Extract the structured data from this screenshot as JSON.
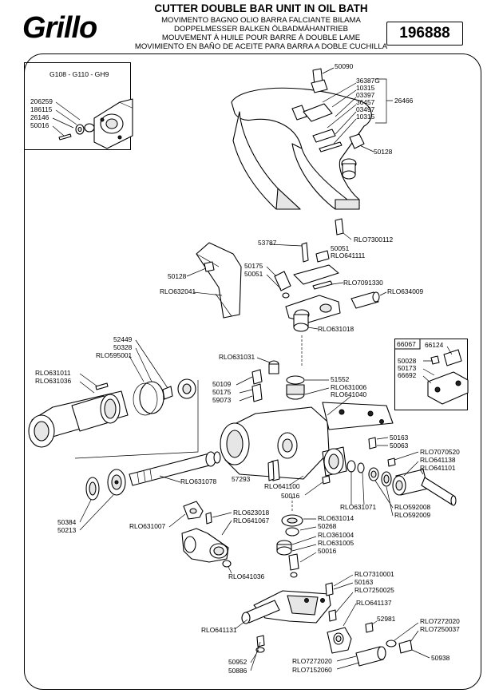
{
  "header": {
    "brand": "Grillo",
    "title": "CUTTER DOUBLE BAR UNIT IN OIL BATH",
    "subtitles": [
      "MOVIMENTO BAGNO OLIO BARRA FALCIANTE BILAMA",
      "DOPPELMESSER BALKEN ÖLBADMÄHANTRIEB",
      "MOUVEMENT À HUILE POUR BARRE À DOUBLE LAME",
      "MOVIMIENTO EN BAÑO DE ACEITE PARA BARRA A DOBLE CUCHILLA"
    ],
    "code": "196888"
  },
  "inset_left": {
    "title": "G108 - G110 - GH9",
    "labels": [
      "206259",
      "186115",
      "26146",
      "50016"
    ]
  },
  "inset_right": {
    "code": "66067",
    "labels": [
      "66124",
      "50028",
      "50173",
      "66692"
    ]
  },
  "labels": {
    "l50090": "50090",
    "l36387G": "36387G",
    "l10315a": "10315",
    "l03397": "03397",
    "l36457": "36457",
    "l03497": "03497",
    "l10315b": "10315",
    "l26466": "26466",
    "l50128a": "50128",
    "lRLO7300112": "RLO7300112",
    "l53787": "53787",
    "l50051a": "50051",
    "lRLO641111": "RLO641111",
    "l50175a": "50175",
    "l50051b": "50051",
    "lRLO7091330": "RLO7091330",
    "lRLO634009": "RLO634009",
    "l50128b": "50128",
    "lRLO632041": "RLO632041",
    "lRLO631018": "RLO631018",
    "l52449": "52449",
    "l50328": "50328",
    "lRLO595001": "RLO595001",
    "lRLO631011": "RLO631011",
    "lRLO631036": "RLO631036",
    "lRLO631031": "RLO631031",
    "l51552": "51552",
    "lRLO631006": "RLO631006",
    "lRLO641040": "RLO641040",
    "l50109": "50109",
    "l50175b": "50175",
    "l59073": "59073",
    "l50163a": "50163",
    "l50063": "50063",
    "lRLO7070520": "RLO7070520",
    "lRLO641138": "RLO641138",
    "lRLO641101": "RLO641101",
    "l57293": "57293",
    "lRLO641100": "RLO641100",
    "l50016a": "50016",
    "lRLO631078": "RLO631078",
    "lRLO631071": "RLO631071",
    "lRLO592008": "RLO592008",
    "lRLO592009": "RLO592009",
    "l50384": "50384",
    "l50213": "50213",
    "lRLO631007": "RLO631007",
    "lRLO623018": "RLO623018",
    "lRLO641067": "RLO641067",
    "lRLO631014": "RLO631014",
    "l50268": "50268",
    "lRLO361004": "RLO361004",
    "lRLO631005": "RLO631005",
    "l50016b": "50016",
    "lRLO641036": "RLO641036",
    "lRLO7310001": "RLO7310001",
    "l50163b": "50163",
    "lRLO7250025": "RLO7250025",
    "lRLO641137": "RLO641137",
    "l52981": "52981",
    "lRLO7272020a": "RLO7272020",
    "lRLO7250037": "RLO7250037",
    "lRLO641131": "RLO641131",
    "l50938": "50938",
    "l50952": "50952",
    "l50886": "50886",
    "lRLO7272020b": "RLO7272020",
    "lRLO7152060": "RLO7152060"
  }
}
